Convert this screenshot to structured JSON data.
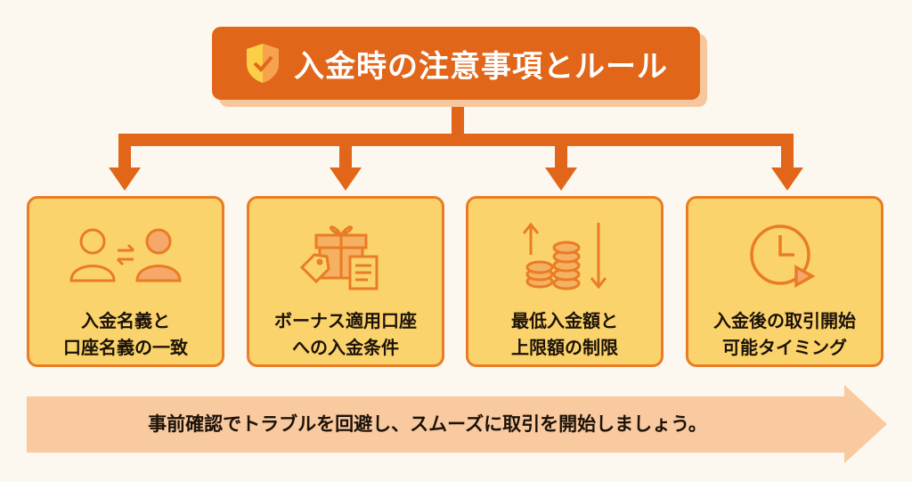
{
  "title": {
    "text": "入金時の注意事項とルール",
    "icon": "shield-check-icon"
  },
  "cards": [
    {
      "icon": "user-exchange-icon",
      "line1": "入金名義と",
      "line2": "口座名義の一致"
    },
    {
      "icon": "gift-bonus-icon",
      "line1": "ボーナス適用口座",
      "line2": "への入金条件"
    },
    {
      "icon": "coins-up-down-icon",
      "line1": "最低入金額と",
      "line2": "上限額の制限"
    },
    {
      "icon": "clock-play-icon",
      "line1": "入金後の取引開始",
      "line2": "可能タイミング"
    }
  ],
  "banner": {
    "text": "事前確認でトラブルを回避し、スムーズに取引を開始しましょう。"
  },
  "colors": {
    "primary": "#e2661a",
    "card": "#fbd36c",
    "border": "#e97c24",
    "banner": "#f9c9a0"
  }
}
